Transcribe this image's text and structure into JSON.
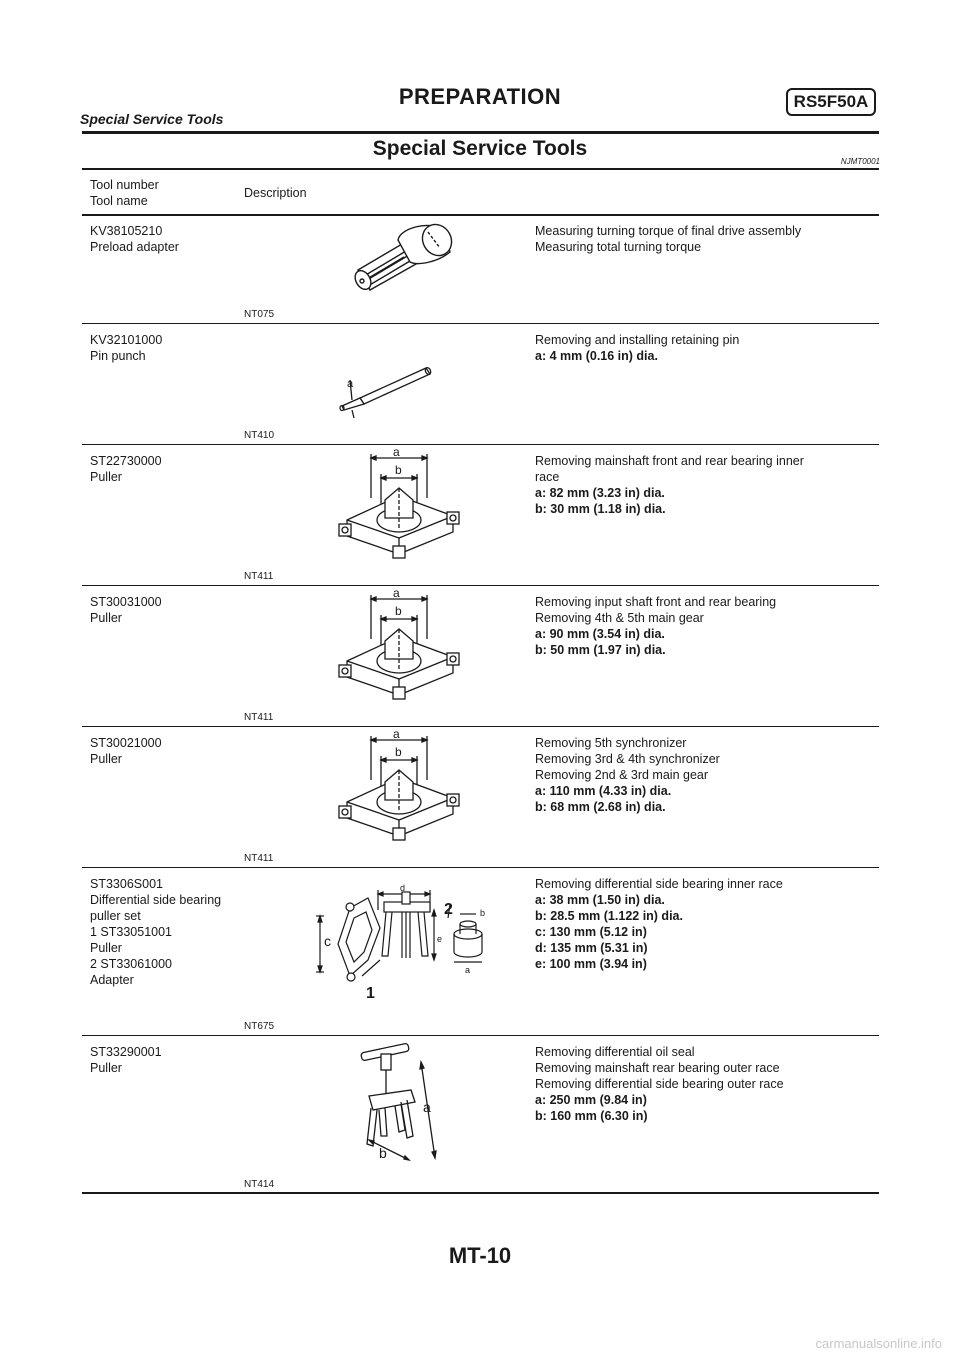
{
  "header": {
    "title": "PREPARATION",
    "model": "RS5F50A",
    "subtitle": "Special Service Tools"
  },
  "section": {
    "title": "Special Service Tools",
    "code": "NJMT0001"
  },
  "table": {
    "col_tool_number": "Tool number",
    "col_tool_name": "Tool name",
    "col_description": "Description",
    "rows": [
      {
        "number": "KV38105210",
        "name": [
          "Preload adapter"
        ],
        "code": "NT075",
        "desc": [
          "Measuring turning torque of final drive assembly",
          "Measuring total turning torque"
        ],
        "specs": [],
        "fig_labels": []
      },
      {
        "number": "KV32101000",
        "name": [
          "Pin punch"
        ],
        "code": "NT410",
        "desc": [
          "Removing and installing retaining pin"
        ],
        "specs": [
          "a: 4 mm (0.16 in) dia."
        ],
        "fig_labels": [
          "a"
        ]
      },
      {
        "number": "ST22730000",
        "name": [
          "Puller"
        ],
        "code": "NT411",
        "desc": [
          "Removing mainshaft front and rear bearing inner",
          "race"
        ],
        "specs": [
          "a: 82 mm (3.23 in) dia.",
          "b: 30 mm (1.18 in) dia."
        ],
        "fig_labels": [
          "a",
          "b"
        ]
      },
      {
        "number": "ST30031000",
        "name": [
          "Puller"
        ],
        "code": "NT411",
        "desc": [
          "Removing input shaft front and rear bearing",
          "Removing 4th & 5th main gear"
        ],
        "specs": [
          "a: 90 mm (3.54 in) dia.",
          "b: 50 mm (1.97 in) dia."
        ],
        "fig_labels": [
          "a",
          "b"
        ]
      },
      {
        "number": "ST30021000",
        "name": [
          "Puller"
        ],
        "code": "NT411",
        "desc": [
          "Removing 5th synchronizer",
          "Removing 3rd & 4th synchronizer",
          "Removing 2nd & 3rd main gear"
        ],
        "specs": [
          "a: 110 mm (4.33 in) dia.",
          "b: 68 mm (2.68 in) dia."
        ],
        "fig_labels": [
          "a",
          "b"
        ]
      },
      {
        "number": "ST3306S001",
        "name": [
          "Differential side bearing",
          "puller set",
          "1 ST33051001",
          "Puller",
          "2 ST33061000",
          "Adapter"
        ],
        "code": "NT675",
        "desc": [
          "Removing differential side bearing inner race"
        ],
        "specs": [
          "a: 38 mm (1.50 in) dia.",
          "b: 28.5 mm (1.122 in) dia.",
          "c: 130 mm (5.12 in)",
          "d: 135 mm (5.31 in)",
          "e: 100 mm (3.94 in)"
        ],
        "fig_labels": [
          "a",
          "b",
          "c",
          "d",
          "e",
          "1",
          "2"
        ]
      },
      {
        "number": "ST33290001",
        "name": [
          "Puller"
        ],
        "code": "NT414",
        "desc": [
          "Removing differential oil seal",
          "Removing mainshaft rear bearing outer race",
          "Removing differential side bearing outer race"
        ],
        "specs": [
          "a: 250 mm (9.84 in)",
          "b: 160 mm (6.30 in)"
        ],
        "fig_labels": [
          "a",
          "b"
        ]
      }
    ]
  },
  "footer": {
    "page": "MT-10",
    "watermark": "carmanualsonline.info"
  }
}
